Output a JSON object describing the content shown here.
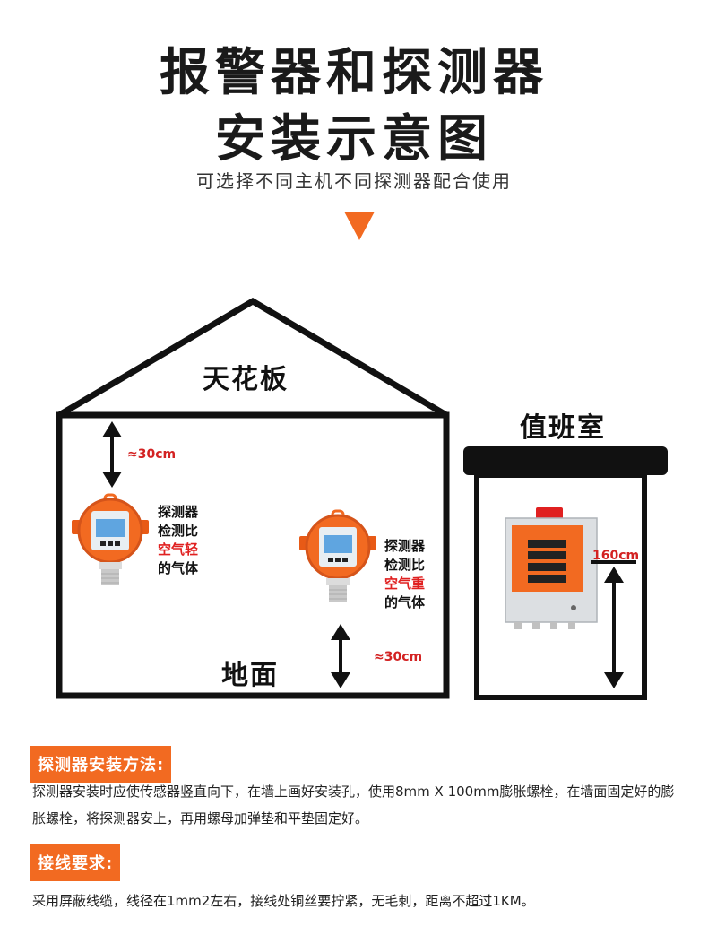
{
  "header": {
    "title_line1": "报警器和探测器",
    "title_line2": "安装示意图",
    "subtitle": "可选择不同主机不同探测器配合使用",
    "accent_color": "#f26a21"
  },
  "diagram": {
    "ceiling_label": "天花板",
    "floor_label": "地面",
    "duty_room_label": "值班室",
    "top_gap_label": "≈30cm",
    "bottom_gap_label": "≈30cm",
    "controller_height_label": "160cm",
    "detector_light": {
      "line1": "探测器",
      "line2": "检测比",
      "highlight": "空气轻",
      "line4": "的气体"
    },
    "detector_heavy": {
      "line1": "探测器",
      "line2": "检测比",
      "highlight": "空气重",
      "line4": "的气体"
    },
    "icons": [
      "gas-detector-icon",
      "alarm-controller-icon",
      "double-arrow-icon"
    ]
  },
  "sections": {
    "install": {
      "heading": "探测器安装方法:",
      "text": "探测器安装时应使传感器竖直向下，在墙上画好安装孔，使用8mm X 100mm膨胀螺栓，在墙面固定好的膨胀螺栓，将探测器安上，再用螺母加弹垫和平垫固定好。"
    },
    "wiring": {
      "heading": "接线要求:",
      "text": "采用屏蔽线缆，线径在1mm2左右，接线处铜丝要拧紧，无毛刺，距离不超过1KM。"
    }
  }
}
